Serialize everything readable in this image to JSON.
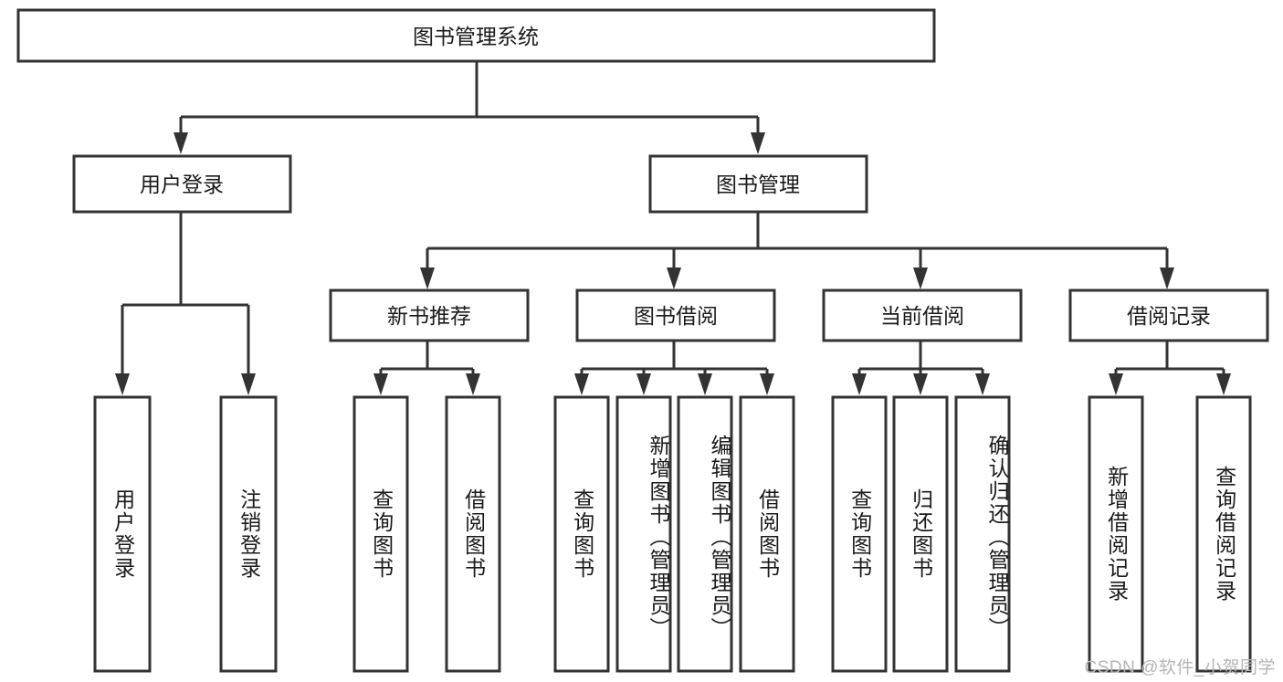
{
  "diagram": {
    "title": "图书管理系统",
    "type": "tree",
    "watermark": "CSDN @软件_小贺同学",
    "colors": {
      "box_stroke": "#333333",
      "box_fill": "#ffffff",
      "text": "#1a1a1a",
      "background": "#ffffff",
      "watermark": "#b5b5b5"
    },
    "root": {
      "label": "图书管理系统",
      "orientation": "horizontal"
    },
    "level2": [
      {
        "label": "用户登录",
        "orientation": "horizontal"
      },
      {
        "label": "图书管理",
        "orientation": "horizontal"
      }
    ],
    "level3": [
      {
        "label": "新书推荐",
        "orientation": "horizontal",
        "parent": "图书管理"
      },
      {
        "label": "图书借阅",
        "orientation": "horizontal",
        "parent": "图书管理"
      },
      {
        "label": "当前借阅",
        "orientation": "horizontal",
        "parent": "图书管理"
      },
      {
        "label": "借阅记录",
        "orientation": "horizontal",
        "parent": "图书管理"
      }
    ],
    "leaves": [
      {
        "label": "用户登录",
        "parent": "用户登录",
        "orientation": "vertical"
      },
      {
        "label": "注销登录",
        "parent": "用户登录",
        "orientation": "vertical"
      },
      {
        "label": "查询图书",
        "parent": "新书推荐",
        "orientation": "vertical"
      },
      {
        "label": "借阅图书",
        "parent": "新书推荐",
        "orientation": "vertical"
      },
      {
        "label": "查询图书",
        "parent": "图书借阅",
        "orientation": "vertical"
      },
      {
        "label": "新增图书（管理员）",
        "parent": "图书借阅",
        "orientation": "vertical"
      },
      {
        "label": "编辑图书（管理员）",
        "parent": "图书借阅",
        "orientation": "vertical"
      },
      {
        "label": "借阅图书",
        "parent": "图书借阅",
        "orientation": "vertical"
      },
      {
        "label": "查询图书",
        "parent": "当前借阅",
        "orientation": "vertical"
      },
      {
        "label": "归还图书",
        "parent": "当前借阅",
        "orientation": "vertical"
      },
      {
        "label": "确认归还（管理员）",
        "parent": "当前借阅",
        "orientation": "vertical"
      },
      {
        "label": "新增借阅记录",
        "parent": "借阅记录",
        "orientation": "vertical"
      },
      {
        "label": "查询借阅记录",
        "parent": "借阅记录",
        "orientation": "vertical"
      }
    ]
  }
}
